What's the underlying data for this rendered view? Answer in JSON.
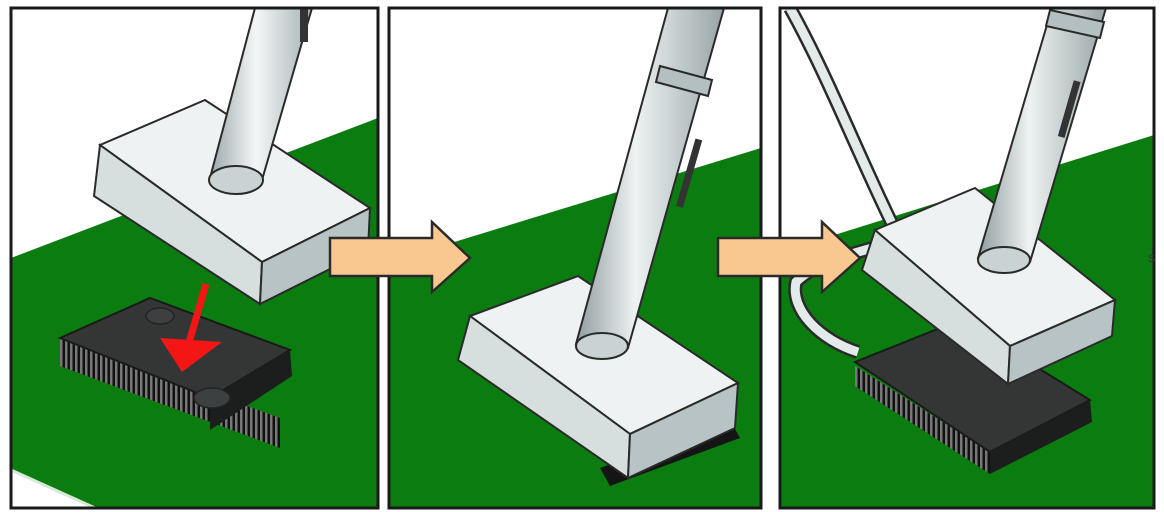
{
  "diagram": {
    "panels": [
      {
        "step": 1,
        "state": "tool-above-chip"
      },
      {
        "step": 2,
        "state": "tool-pressed-on-chip"
      },
      {
        "step": 3,
        "state": "tool-lifting-chip"
      }
    ],
    "arrows": [
      "step-1-to-2",
      "step-2-to-3"
    ],
    "colors": {
      "board": "#0b7d10",
      "board_dark": "#065a09",
      "tool_light": "#eef2f2",
      "tool_mid": "#d3dcdd",
      "tool_dark": "#a9b6b8",
      "chip": "#2f3131",
      "chip_pins": "#1a1b1b",
      "flow_arrow": "#f9c891",
      "red_arrow": "#f41515",
      "outline": "#2a2a2a"
    },
    "margin_text": "s"
  }
}
